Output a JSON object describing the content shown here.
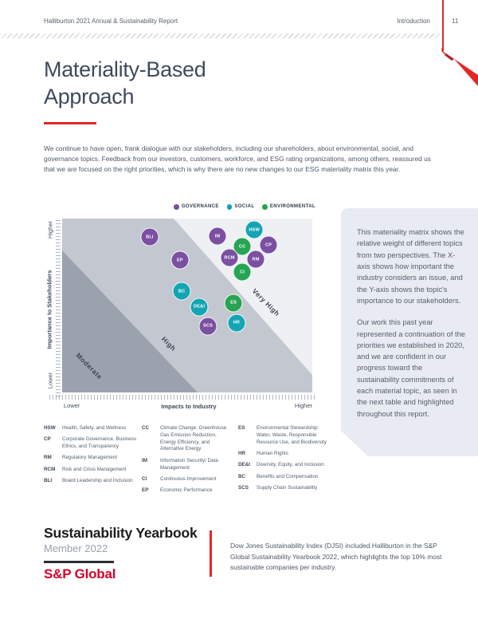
{
  "header": {
    "report_title": "Halliburton 2021 Annual & Sustainability Report",
    "section": "Introduction",
    "page_number": "11"
  },
  "title": {
    "line1": "Materiality-Based",
    "line2": "Approach"
  },
  "intro_paragraph": "We continue to have open, frank dialogue with our stakeholders, including our shareholders, about environmental, social, and governance topics. Feedback from our investors, customers, workforce, and ESG rating organizations, among others, reassured us that we are focused on the right priorities, which is why there are no new changes to our ESG materiality matrix this year.",
  "chart_data": {
    "type": "scatter",
    "title": "ESG materiality matrix",
    "xlabel": "Impacts to Industry",
    "ylabel": "Importance to Stakeholders",
    "x_axis_ends": [
      "Lower",
      "Higher"
    ],
    "y_axis_ends": [
      "Lower",
      "Higher"
    ],
    "legend_position": "top",
    "grid": false,
    "legend": [
      {
        "label": "GOVERNANCE",
        "color": "#7b4fa2"
      },
      {
        "label": "SOCIAL",
        "color": "#14a5b3"
      },
      {
        "label": "ENVIRONMENTAL",
        "color": "#27a453"
      }
    ],
    "category_colors": {
      "governance": "#7b4fa2",
      "social": "#14a5b3",
      "environmental": "#27a453"
    },
    "zones": [
      {
        "label": "Moderate",
        "color": "#9ba2ad"
      },
      {
        "label": "High",
        "color": "#c3c8d0"
      },
      {
        "label": "Very High",
        "color": "#eef0f3"
      }
    ],
    "points": [
      {
        "abbr": "BLI",
        "category": "governance",
        "x_pct": 35.0,
        "y_pct": 10.6
      },
      {
        "abbr": "IM",
        "category": "governance",
        "x_pct": 62.1,
        "y_pct": 10.1
      },
      {
        "abbr": "HSW",
        "category": "social",
        "x_pct": 76.8,
        "y_pct": 6.5
      },
      {
        "abbr": "CC",
        "category": "environmental",
        "x_pct": 72.0,
        "y_pct": 16.1
      },
      {
        "abbr": "CP",
        "category": "governance",
        "x_pct": 82.5,
        "y_pct": 15.2
      },
      {
        "abbr": "EP",
        "category": "governance",
        "x_pct": 47.1,
        "y_pct": 24.0
      },
      {
        "abbr": "RCM",
        "category": "governance",
        "x_pct": 66.9,
        "y_pct": 22.6
      },
      {
        "abbr": "RM",
        "category": "governance",
        "x_pct": 77.4,
        "y_pct": 23.5
      },
      {
        "abbr": "CI",
        "category": "environmental",
        "x_pct": 72.0,
        "y_pct": 30.9
      },
      {
        "abbr": "BC",
        "category": "social",
        "x_pct": 47.8,
        "y_pct": 41.9
      },
      {
        "abbr": "DE&I",
        "category": "social",
        "x_pct": 54.8,
        "y_pct": 50.7
      },
      {
        "abbr": "ES",
        "category": "environmental",
        "x_pct": 68.5,
        "y_pct": 48.4
      },
      {
        "abbr": "SCS",
        "category": "governance",
        "x_pct": 58.3,
        "y_pct": 61.8
      },
      {
        "abbr": "HR",
        "category": "social",
        "x_pct": 69.7,
        "y_pct": 59.9
      }
    ]
  },
  "key": {
    "columns": [
      [
        {
          "abbr": "HSW",
          "label": "Health, Safety, and Wellness"
        },
        {
          "abbr": "CP",
          "label": "Corporate Governance, Business Ethics, and Transparency"
        },
        {
          "abbr": "RM",
          "label": "Regulatory Management"
        },
        {
          "abbr": "RCM",
          "label": "Risk and Crisis Management"
        },
        {
          "abbr": "BLI",
          "label": "Board Leadership and Inclusion"
        }
      ],
      [
        {
          "abbr": "CC",
          "label": "Climate Change: Greenhouse Gas Emission Reduction, Energy Efficiency, and Alternative Energy"
        },
        {
          "abbr": "IM",
          "label": "Information Security/ Data Management"
        },
        {
          "abbr": "CI",
          "label": "Continuous Improvement"
        },
        {
          "abbr": "EP",
          "label": "Economic Performance"
        }
      ],
      [
        {
          "abbr": "ES",
          "label": "Environmental Stewardship: Water, Waste, Responsible Resource Use, and Biodiversity"
        },
        {
          "abbr": "HR",
          "label": "Human Rights"
        },
        {
          "abbr": "DE&I",
          "label": "Diversity, Equity, and Inclusion"
        },
        {
          "abbr": "BC",
          "label": "Benefits and Compensation"
        },
        {
          "abbr": "SCS",
          "label": "Supply Chain Sustainability"
        }
      ]
    ]
  },
  "callout": {
    "paragraph1": "This materiality matrix shows the relative weight of different topics from two perspectives. The X-axis shows how important the industry considers an issue, and the Y-axis shows the topic's importance to our stakeholders.",
    "paragraph2": "Our work this past year represented a continuation of the priorities we established in 2020, and we are confident in our progress toward the sustainability commitments of each material topic, as seen in the next table and highlighted throughout this report."
  },
  "footer": {
    "yearbook_title": "Sustainability Yearbook",
    "yearbook_member": "Member 2022",
    "sp_global": "S&P Global",
    "paragraph": "Dow Jones Sustainability Index (DJSI) included Halliburton in the S&P Global Sustainability Yearbook 2022, which highlights the top 10% most sustainable companies per industry."
  },
  "colors": {
    "accent_red": "#e32726",
    "sp_red": "#d6002a",
    "navy_text": "#3d4758",
    "body_text": "#4e5866",
    "callout_bg": "#e8ebf1",
    "zone_moderate": "#9ba2ad",
    "zone_high": "#c3c8d0",
    "zone_very_high": "#eef0f3"
  }
}
